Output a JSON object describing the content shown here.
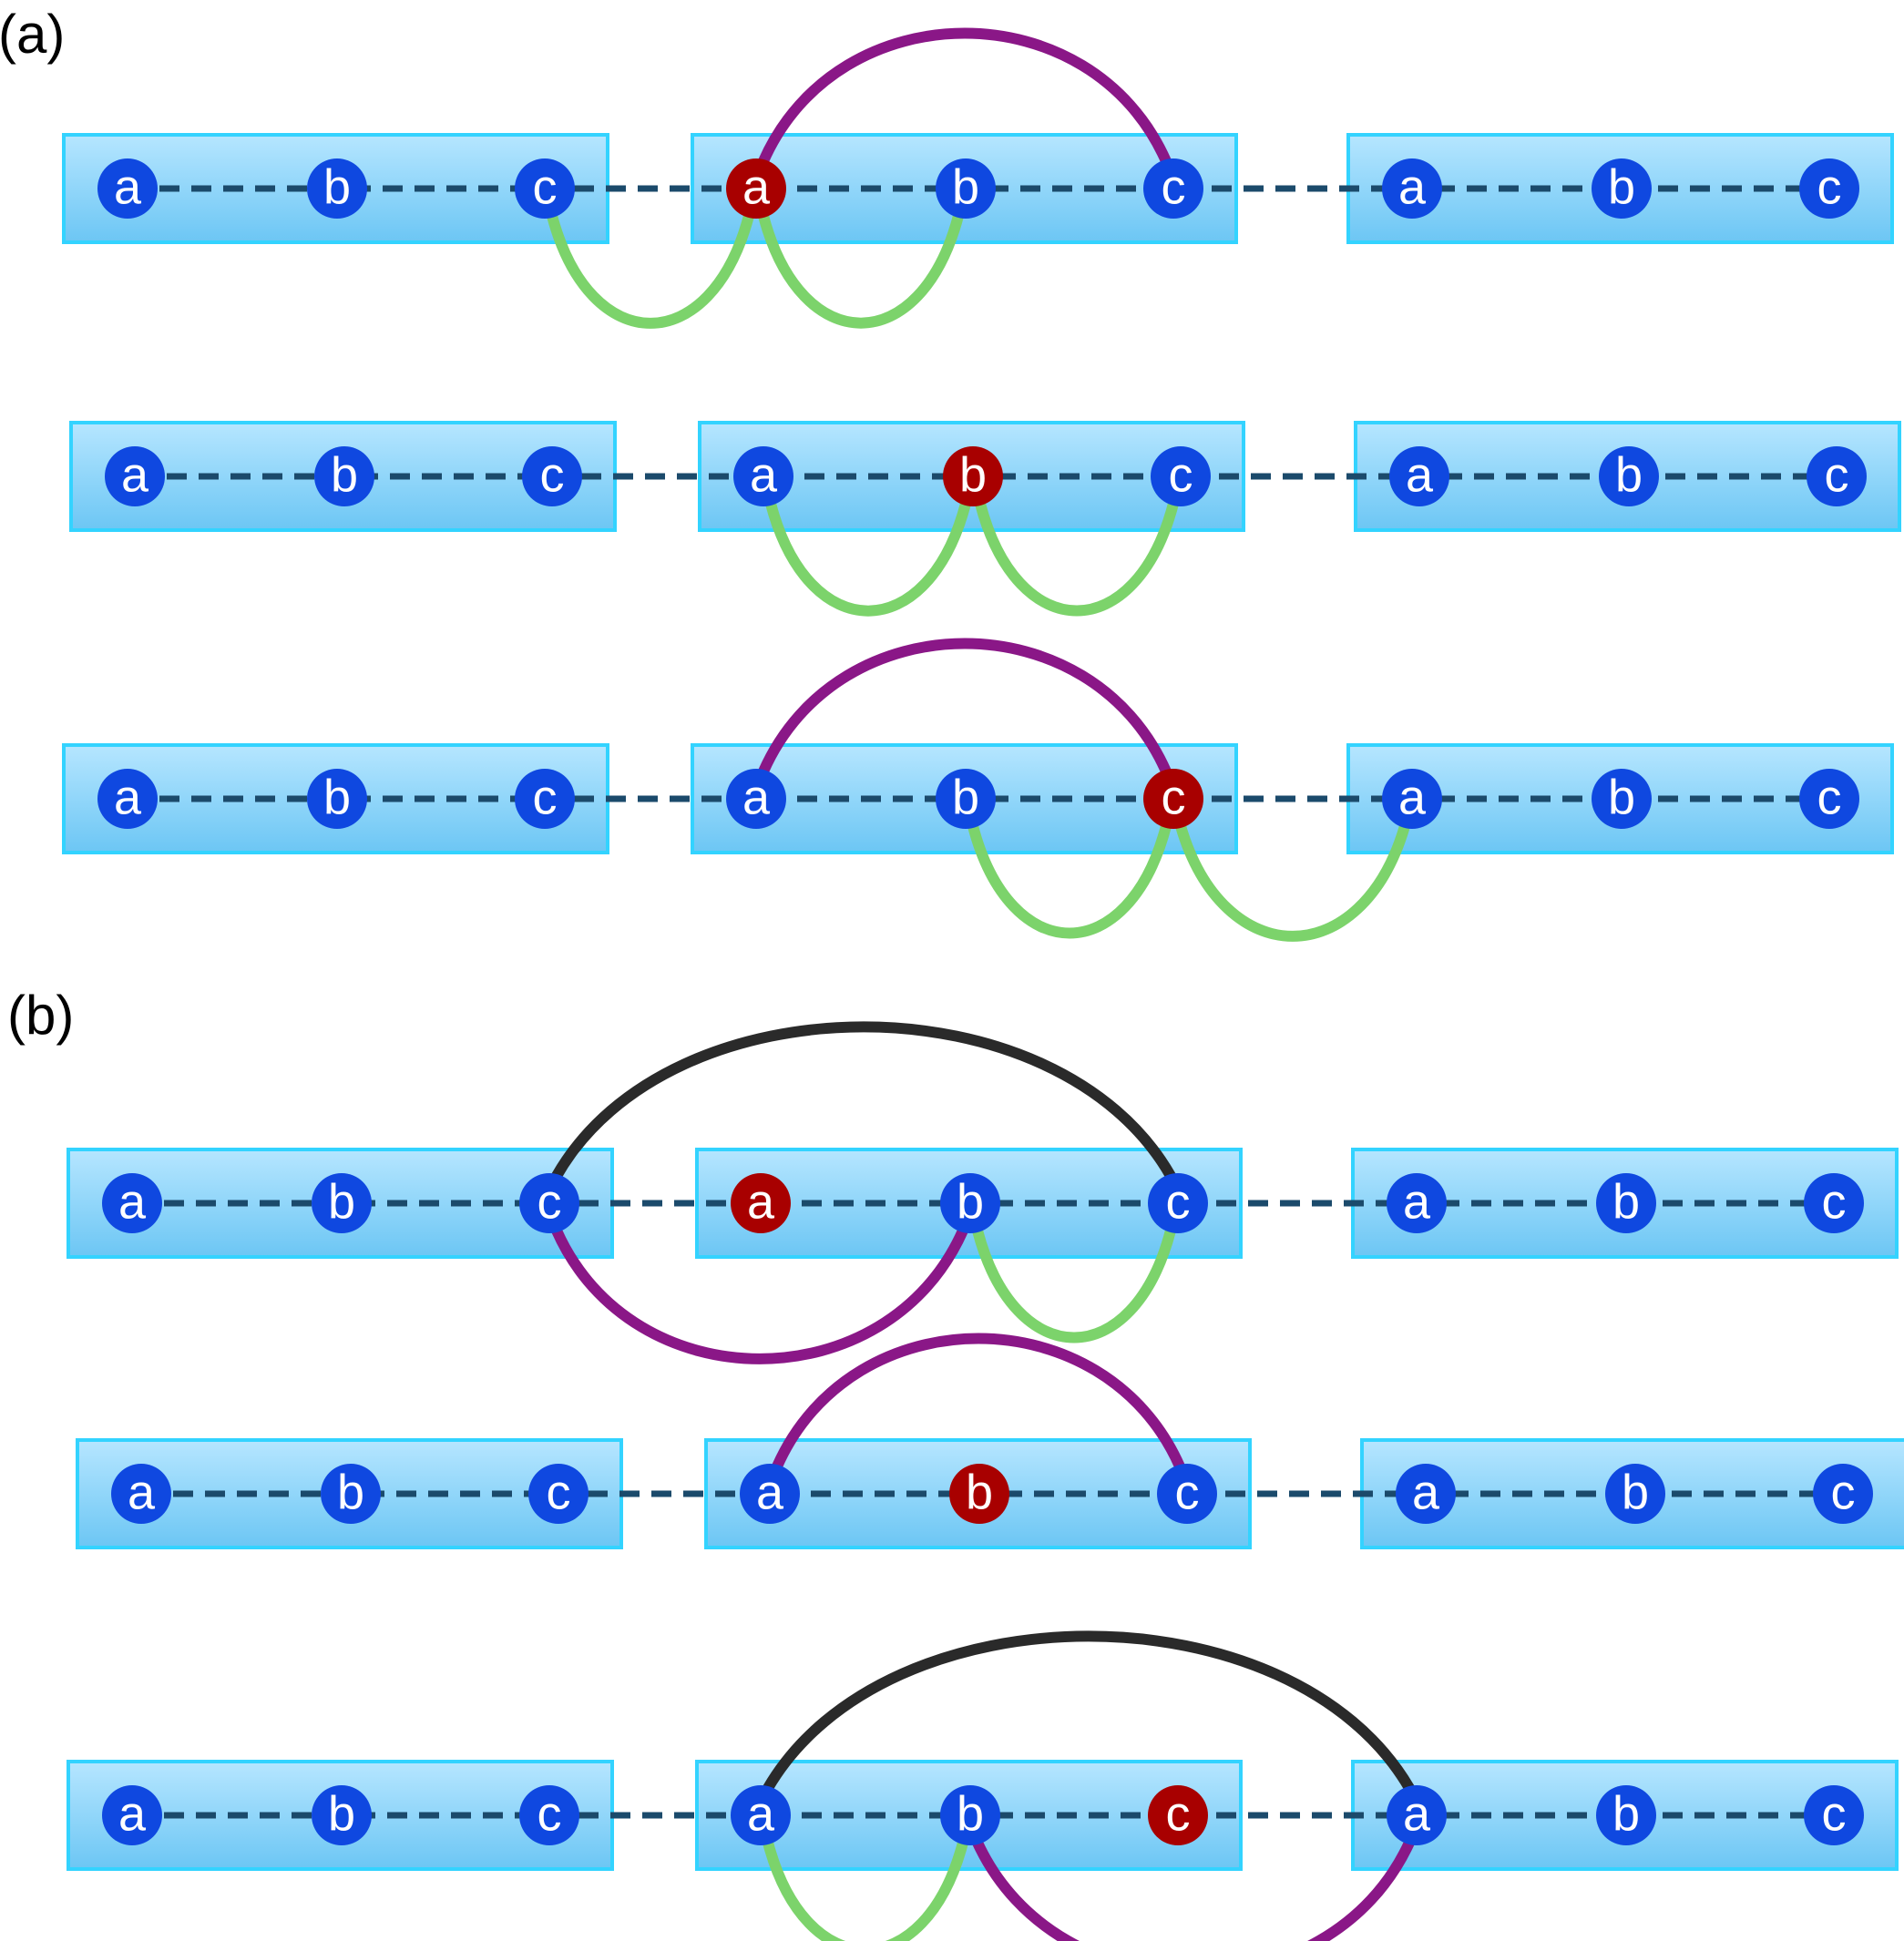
{
  "panels": [
    {
      "id": "a",
      "label": "(a)",
      "rows": [
        {
          "highlight": {
            "cell": 1,
            "site": 0
          },
          "arcs": [
            {
              "color": "purple",
              "from": [
                1,
                0
              ],
              "to": [
                1,
                2
              ],
              "side": "above"
            },
            {
              "color": "green",
              "from": [
                0,
                2
              ],
              "to": [
                1,
                0
              ],
              "side": "below"
            },
            {
              "color": "green",
              "from": [
                1,
                0
              ],
              "to": [
                1,
                1
              ],
              "side": "below"
            }
          ]
        },
        {
          "highlight": {
            "cell": 1,
            "site": 1
          },
          "arcs": [
            {
              "color": "green",
              "from": [
                1,
                0
              ],
              "to": [
                1,
                1
              ],
              "side": "below"
            },
            {
              "color": "green",
              "from": [
                1,
                1
              ],
              "to": [
                1,
                2
              ],
              "side": "below"
            }
          ]
        },
        {
          "highlight": {
            "cell": 1,
            "site": 2
          },
          "arcs": [
            {
              "color": "purple",
              "from": [
                1,
                0
              ],
              "to": [
                1,
                2
              ],
              "side": "above"
            },
            {
              "color": "green",
              "from": [
                1,
                1
              ],
              "to": [
                1,
                2
              ],
              "side": "below"
            },
            {
              "color": "green",
              "from": [
                1,
                2
              ],
              "to": [
                2,
                0
              ],
              "side": "below"
            }
          ]
        }
      ]
    },
    {
      "id": "b",
      "label": "(b)",
      "rows": [
        {
          "highlight": {
            "cell": 1,
            "site": 0
          },
          "arcs": [
            {
              "color": "black",
              "from": [
                0,
                2
              ],
              "to": [
                1,
                2
              ],
              "side": "above"
            },
            {
              "color": "purple",
              "from": [
                0,
                2
              ],
              "to": [
                1,
                1
              ],
              "side": "below"
            },
            {
              "color": "green",
              "from": [
                1,
                1
              ],
              "to": [
                1,
                2
              ],
              "side": "below"
            }
          ]
        },
        {
          "highlight": {
            "cell": 1,
            "site": 1
          },
          "arcs": [
            {
              "color": "purple",
              "from": [
                1,
                0
              ],
              "to": [
                1,
                2
              ],
              "side": "above"
            }
          ]
        },
        {
          "highlight": {
            "cell": 1,
            "site": 2
          },
          "arcs": [
            {
              "color": "black",
              "from": [
                1,
                0
              ],
              "to": [
                2,
                0
              ],
              "side": "above"
            },
            {
              "color": "green",
              "from": [
                1,
                0
              ],
              "to": [
                1,
                1
              ],
              "side": "below"
            },
            {
              "color": "purple",
              "from": [
                1,
                1
              ],
              "to": [
                2,
                0
              ],
              "side": "below"
            }
          ]
        }
      ]
    }
  ],
  "site_labels": [
    "a",
    "b",
    "c"
  ],
  "colors": {
    "node": "#0f48e0",
    "node_highlight": "#a80000",
    "bond": "#1b4a6b",
    "cell_border": "#33d3ff",
    "cell_fill_top": "#b6e6ff",
    "cell_fill_bottom": "#6cc6f4",
    "arc_purple": "#8a1787",
    "arc_green": "#7cd36b",
    "arc_black": "#2a2a2a"
  }
}
